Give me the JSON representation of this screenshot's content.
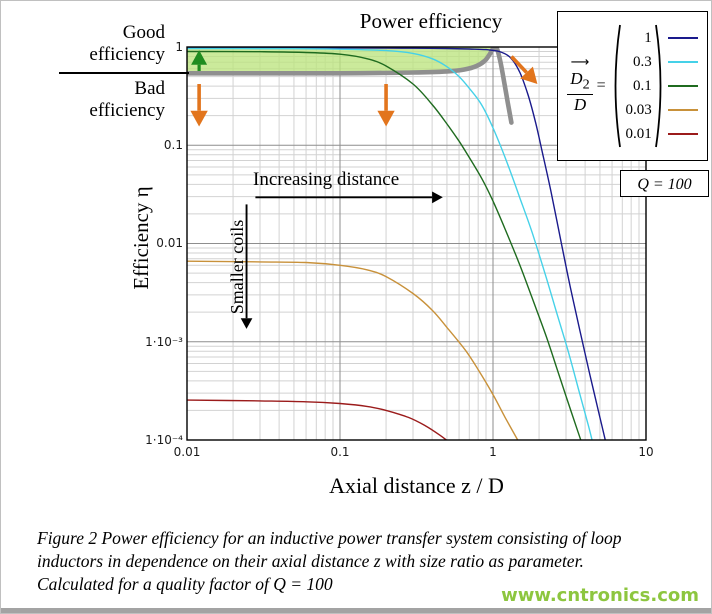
{
  "title": "Power efficiency",
  "axes": {
    "x": {
      "label": "Axial distance z / D",
      "ticks": [
        "0.01",
        "0.1",
        "1",
        "10"
      ]
    },
    "y": {
      "label": "Efficiency η",
      "ticks": [
        "1",
        "0.1",
        "0.01",
        "1·10⁻³",
        "1·10⁻⁴"
      ]
    }
  },
  "annotations": {
    "good": "Good efficiency",
    "bad": "Bad efficiency",
    "increasing_distance": "Increasing distance",
    "smaller_coils": "Smaller coils"
  },
  "legend": {
    "ratio_numerator": "D",
    "ratio_numerator_sub": "2",
    "ratio_denominator": "D",
    "equals": "=",
    "entries": [
      {
        "value": "1",
        "color": "#1a1a8c"
      },
      {
        "value": "0.3",
        "color": "#45d1e8"
      },
      {
        "value": "0.1",
        "color": "#1f6b1f"
      },
      {
        "value": "0.03",
        "color": "#c8913a"
      },
      {
        "value": "0.01",
        "color": "#9b1b1b"
      }
    ]
  },
  "q_box": "Q = 100",
  "caption": {
    "line1": "Figure 2 Power efficiency for an inductive power transfer system consisting of loop",
    "line2": "inductors in dependence on their axial distance z with size ratio as parameter.",
    "line3": "Calculated for a quality factor of Q = 100"
  },
  "watermark": "www.cntronics.com",
  "chart_data": {
    "type": "line",
    "title": "Power efficiency",
    "xlabel": "Axial distance z / D",
    "ylabel": "Efficiency η",
    "x_scale": "log",
    "y_scale": "log",
    "xlim": [
      0.01,
      10
    ],
    "ylim": [
      0.0001,
      1
    ],
    "grid": true,
    "legend_title": "D2/D",
    "series": [
      {
        "name": "D2/D = 1",
        "color": "#1a1a8c",
        "points": [
          [
            0.01,
            0.98
          ],
          [
            0.05,
            0.98
          ],
          [
            0.1,
            0.978
          ],
          [
            0.2,
            0.975
          ],
          [
            0.3,
            0.972
          ],
          [
            0.5,
            0.965
          ],
          [
            0.7,
            0.955
          ],
          [
            0.9,
            0.94
          ],
          [
            1.1,
            0.9
          ],
          [
            1.3,
            0.78
          ],
          [
            1.5,
            0.55
          ],
          [
            1.7,
            0.32
          ],
          [
            1.9,
            0.17
          ],
          [
            2.1,
            0.085
          ],
          [
            2.4,
            0.033
          ],
          [
            2.8,
            0.01
          ],
          [
            3.2,
            0.0036
          ],
          [
            3.7,
            0.0013
          ],
          [
            4.3,
            0.00046
          ],
          [
            5.0,
            0.00017
          ],
          [
            5.6,
            8e-05
          ]
        ]
      },
      {
        "name": "D2/D = 0.3",
        "color": "#45d1e8",
        "points": [
          [
            0.01,
            0.965
          ],
          [
            0.05,
            0.96
          ],
          [
            0.1,
            0.95
          ],
          [
            0.2,
            0.92
          ],
          [
            0.3,
            0.86
          ],
          [
            0.4,
            0.76
          ],
          [
            0.5,
            0.63
          ],
          [
            0.6,
            0.5
          ],
          [
            0.7,
            0.38
          ],
          [
            0.84,
            0.26
          ],
          [
            1.0,
            0.15
          ],
          [
            1.2,
            0.075
          ],
          [
            1.5,
            0.029
          ],
          [
            1.8,
            0.013
          ],
          [
            2.2,
            0.0048
          ],
          [
            2.6,
            0.002
          ],
          [
            3.1,
            0.0008
          ],
          [
            3.6,
            0.00034
          ],
          [
            4.2,
            0.00014
          ],
          [
            4.6,
            8e-05
          ]
        ]
      },
      {
        "name": "D2/D = 0.1",
        "color": "#1f6b1f",
        "points": [
          [
            0.01,
            0.9
          ],
          [
            0.03,
            0.895
          ],
          [
            0.06,
            0.88
          ],
          [
            0.1,
            0.845
          ],
          [
            0.15,
            0.76
          ],
          [
            0.2,
            0.64
          ],
          [
            0.3,
            0.42
          ],
          [
            0.4,
            0.26
          ],
          [
            0.5,
            0.165
          ],
          [
            0.6,
            0.11
          ],
          [
            0.7,
            0.075
          ],
          [
            0.85,
            0.045
          ],
          [
            1.0,
            0.027
          ],
          [
            1.2,
            0.014
          ],
          [
            1.5,
            0.006
          ],
          [
            1.8,
            0.0028
          ],
          [
            2.2,
            0.0012
          ],
          [
            2.6,
            0.00055
          ],
          [
            3.0,
            0.00028
          ],
          [
            3.6,
            0.00012
          ],
          [
            4.0,
            7.5e-05
          ]
        ]
      },
      {
        "name": "D2/D = 0.03",
        "color": "#c8913a",
        "points": [
          [
            0.01,
            0.0066
          ],
          [
            0.03,
            0.0065
          ],
          [
            0.06,
            0.0064
          ],
          [
            0.1,
            0.006
          ],
          [
            0.15,
            0.0054
          ],
          [
            0.2,
            0.0046
          ],
          [
            0.3,
            0.0031
          ],
          [
            0.4,
            0.0021
          ],
          [
            0.5,
            0.0014
          ],
          [
            0.66,
            0.00082
          ],
          [
            0.8,
            0.00052
          ],
          [
            1.0,
            0.00029
          ],
          [
            1.2,
            0.00017
          ],
          [
            1.45,
            0.0001
          ],
          [
            1.6,
            7.5e-05
          ]
        ]
      },
      {
        "name": "D2/D = 0.01",
        "color": "#9b1b1b",
        "points": [
          [
            0.01,
            0.000255
          ],
          [
            0.03,
            0.00025
          ],
          [
            0.06,
            0.000245
          ],
          [
            0.1,
            0.000235
          ],
          [
            0.15,
            0.00022
          ],
          [
            0.2,
            0.0002
          ],
          [
            0.28,
            0.00017
          ],
          [
            0.36,
            0.00014
          ],
          [
            0.45,
            0.000112
          ],
          [
            0.55,
            8.8e-05
          ]
        ]
      }
    ],
    "good_region": {
      "fill": "#bce47f",
      "stroke": "#7fb843",
      "opacity": 0.78,
      "top": 1.0,
      "boundary": [
        [
          0.01,
          0.54
        ],
        [
          0.1,
          0.54
        ],
        [
          0.3,
          0.55
        ],
        [
          0.5,
          0.565
        ],
        [
          0.65,
          0.59
        ],
        [
          0.78,
          0.64
        ],
        [
          0.88,
          0.72
        ],
        [
          0.95,
          0.84
        ],
        [
          1.0,
          0.96
        ],
        [
          1.02,
          1.0
        ]
      ]
    },
    "boundary_curve": {
      "color": "#8f8f8f",
      "width": 4.6,
      "points": [
        [
          0.01,
          0.54
        ],
        [
          0.1,
          0.54
        ],
        [
          0.3,
          0.55
        ],
        [
          0.5,
          0.565
        ],
        [
          0.65,
          0.59
        ],
        [
          0.78,
          0.64
        ],
        [
          0.88,
          0.72
        ],
        [
          0.95,
          0.84
        ],
        [
          1.0,
          0.96
        ],
        [
          1.03,
          1.0
        ],
        [
          1.07,
          0.93
        ],
        [
          1.12,
          0.7
        ],
        [
          1.18,
          0.45
        ],
        [
          1.25,
          0.27
        ],
        [
          1.32,
          0.17
        ]
      ]
    },
    "arrows": [
      {
        "name": "good-direction-arrow",
        "color": "#1f8c1f",
        "width": 3.2,
        "from": [
          0.012,
          0.57
        ],
        "to": [
          0.012,
          0.93
        ]
      },
      {
        "name": "bad-direction-arrow-1",
        "color": "#e2751d",
        "width": 3.6,
        "from": [
          0.012,
          0.42
        ],
        "to": [
          0.012,
          0.155
        ]
      },
      {
        "name": "bad-direction-arrow-2",
        "color": "#e2751d",
        "width": 3.6,
        "from": [
          0.2,
          0.42
        ],
        "to": [
          0.2,
          0.155
        ]
      },
      {
        "name": "boundary-drop-arrow",
        "color": "#e2751d",
        "width": 3.6,
        "from": [
          1.32,
          0.8
        ],
        "to": [
          1.95,
          0.42
        ]
      },
      {
        "name": "increasing-distance-arrow",
        "color": "#000000",
        "width": 1.9,
        "from": [
          0.028,
          0.0295
        ],
        "to": [
          0.47,
          0.0295
        ]
      },
      {
        "name": "smaller-coils-arrow",
        "color": "#000000",
        "width": 1.9,
        "from": [
          0.0245,
          0.025
        ],
        "to": [
          0.0245,
          0.00135
        ]
      }
    ]
  }
}
